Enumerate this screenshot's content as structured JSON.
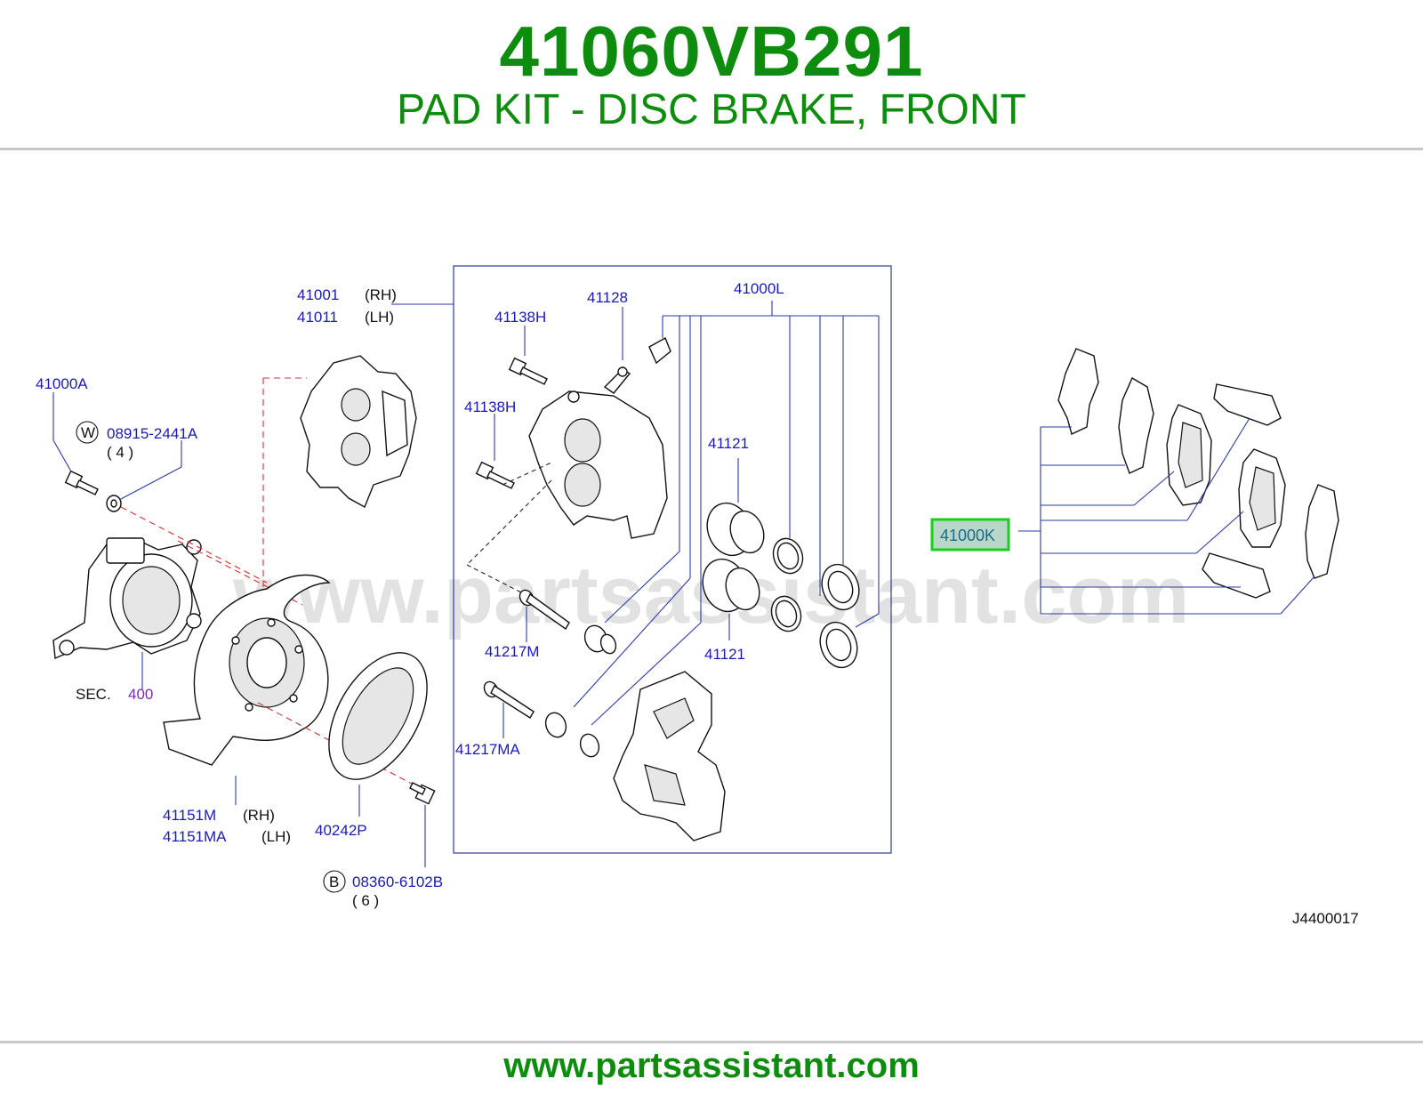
{
  "header": {
    "part_number": "41060VB291",
    "description": "PAD KIT - DISC BRAKE, FRONT"
  },
  "watermark": "www.partsassistant.com",
  "footer": {
    "url": "www.partsassistant.com"
  },
  "diagram": {
    "ref_code": "J4400017",
    "highlighted_part": "41000K",
    "callouts": {
      "c41001": "41001",
      "c41001_side": "(RH)",
      "c41011": "41011",
      "c41011_side": "(LH)",
      "c41000A": "41000A",
      "w_symbol": "W",
      "c08915": "08915-2441A",
      "c08915_qty": "( 4 )",
      "sec_label": "SEC.",
      "sec_num": "400",
      "c41138H_a": "41138H",
      "c41128": "41128",
      "c41000L": "41000L",
      "c41138H_b": "41138H",
      "c41121_a": "41121",
      "c41121_b": "41121",
      "c41217M": "41217M",
      "c41217MA": "41217MA",
      "c41151M": "41151M",
      "c41151M_side": "(RH)",
      "c41151MA": "41151MA",
      "c41151MA_side": "(LH)",
      "c40242P": "40242P",
      "b_symbol": "B",
      "c08360": "08360-6102B",
      "c08360_qty": "( 6 )"
    }
  }
}
